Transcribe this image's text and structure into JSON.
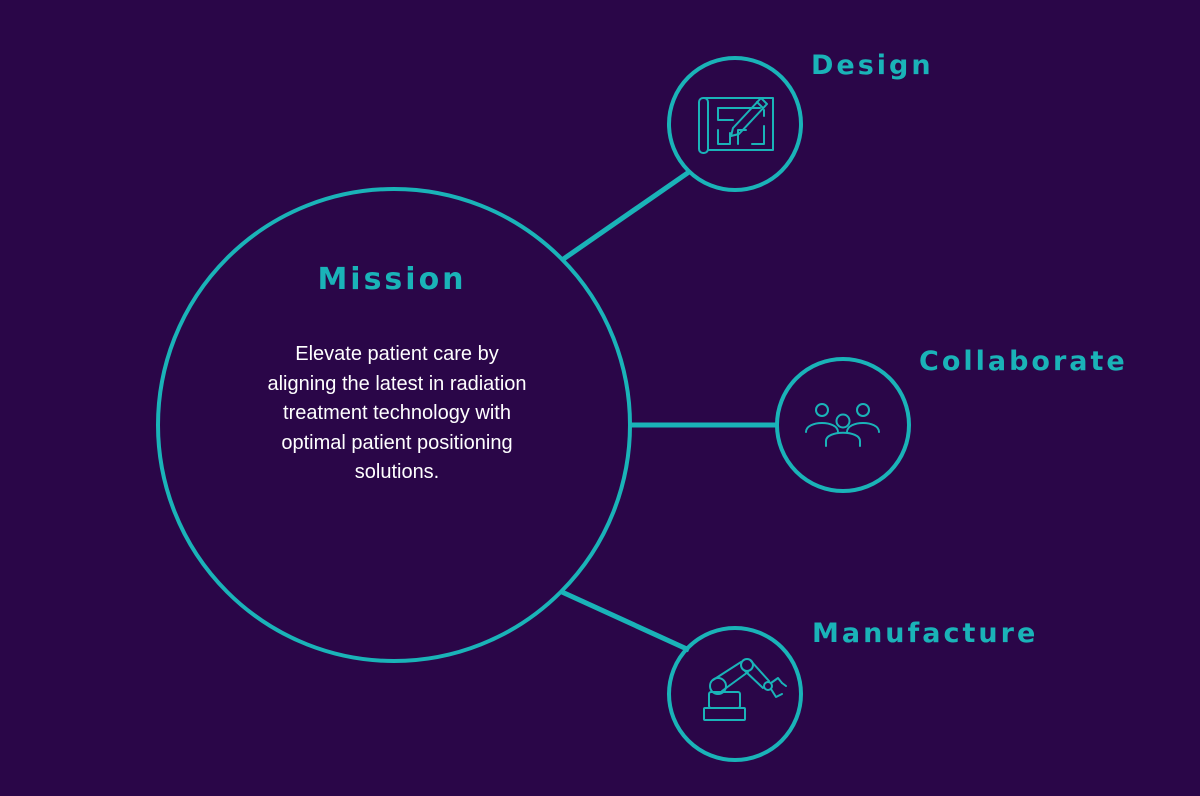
{
  "colors": {
    "background": "#2a0648",
    "accent": "#1ab3b8",
    "text": "#ffffff"
  },
  "mission": {
    "title": "Mission",
    "body": "Elevate patient care by aligning the latest in radiation treatment technology with optimal patient positioning solutions."
  },
  "nodes": [
    {
      "label": "Design",
      "icon": "blueprint-pencil-icon"
    },
    {
      "label": "Collaborate",
      "icon": "people-group-icon"
    },
    {
      "label": "Manufacture",
      "icon": "robot-arm-icon"
    }
  ]
}
